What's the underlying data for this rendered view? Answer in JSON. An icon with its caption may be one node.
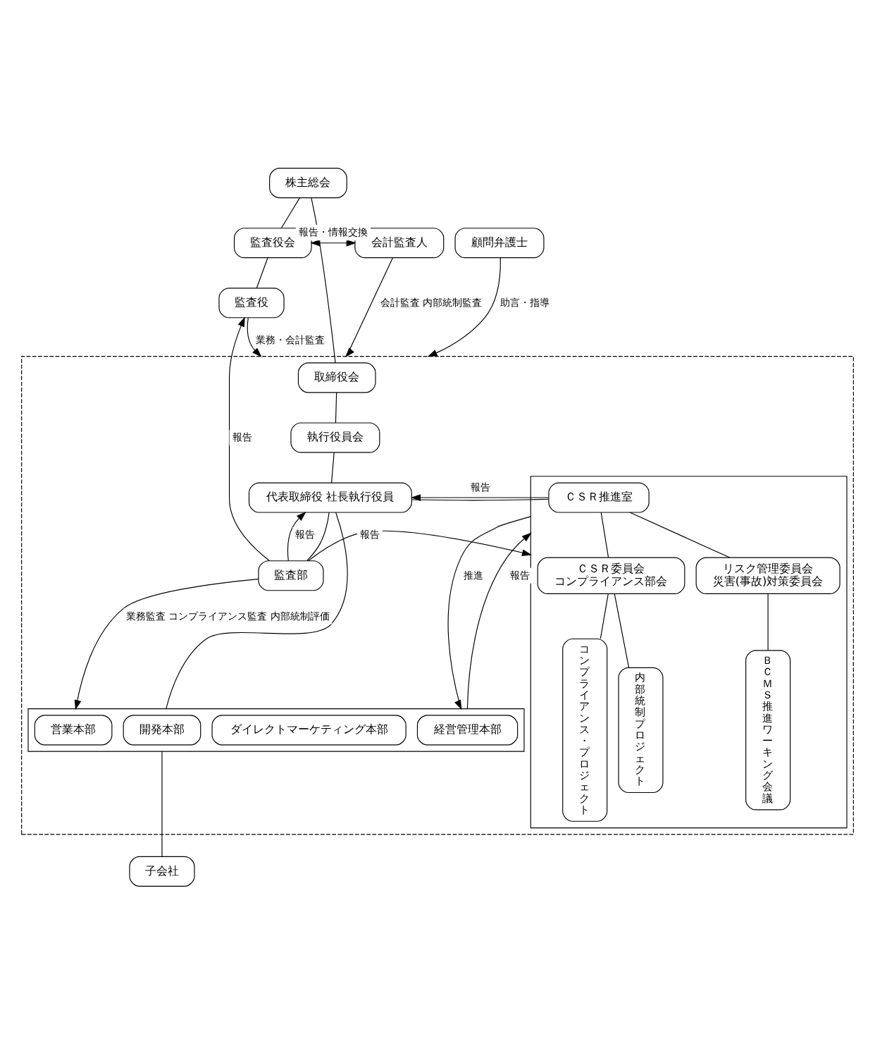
{
  "diagram": {
    "nodes": [
      {
        "text": [
          "株主総会"
        ]
      },
      {
        "text": [
          "監査役会"
        ]
      },
      {
        "text": [
          "会計監査人"
        ]
      },
      {
        "text": [
          "顧問弁護士"
        ]
      },
      {
        "text": [
          "監査役"
        ]
      },
      {
        "text": [],
        "shape": "box"
      },
      {
        "text": [
          "取締役会"
        ],
        "in": 5
      },
      {
        "text": [
          "執行役員会"
        ],
        "in": 5
      },
      {
        "text": [
          "代表取締役 社長執行役員"
        ],
        "in": 5
      },
      {
        "text": [],
        "shape": "box",
        "in": 5
      },
      {
        "text": [
          "ＣＳＲ推進室"
        ],
        "in": 9
      },
      {
        "text": [
          "ＣＳＲ委員会",
          "コンプライアンス部会"
        ],
        "in": 9
      },
      {
        "text": [
          "リスク管理委員会",
          "災害(事故)対策委員会"
        ],
        "in": 9
      },
      {
        "text": [
          "コンプライアンス・プロジェクト"
        ],
        "in": 9
      },
      {
        "text": [
          "内部統制プロジェクト"
        ],
        "in": 9
      },
      {
        "text": [
          "ＢＣＭＳ推進ワーキング会議"
        ],
        "in": 9
      },
      {
        "text": [
          "監査部"
        ],
        "in": 5
      },
      {
        "text": [],
        "shape": "box",
        "in": 5
      },
      {
        "text": [
          "営業本部"
        ],
        "in": 17
      },
      {
        "text": [
          "ダイレクトマーケティング本部"
        ],
        "in": 17
      },
      {
        "text": [
          "開発本部"
        ],
        "in": 17
      },
      {
        "text": [
          "経営管理本部"
        ],
        "in": 17
      },
      {
        "text": [
          "子会社"
        ]
      }
    ],
    "edges": [
      {
        "from": 0,
        "to": 1,
        "arrow": "none"
      },
      {
        "from": 1,
        "to": 2,
        "arrow": "both",
        "label": "報告・情報交換"
      },
      {
        "from": 1,
        "to": 4,
        "arrow": "none"
      },
      {
        "from": 4,
        "to": 5,
        "arrow": "to",
        "label": "業務・会計監査"
      },
      {
        "from": 2,
        "to": 5,
        "arrow": "to",
        "label": "会計監査 内部統制監査"
      },
      {
        "from": 3,
        "to": 5,
        "arrow": "to",
        "label": "助言・指導"
      },
      {
        "from": 0,
        "to": 6,
        "arrow": "none"
      },
      {
        "from": 6,
        "to": 7,
        "arrow": "none"
      },
      {
        "from": 7,
        "to": 8,
        "arrow": "none"
      },
      {
        "from": 16,
        "to": 4,
        "arrow": "to",
        "label": "報告"
      },
      {
        "from": 16,
        "to": 8,
        "arrow": "none"
      },
      {
        "from": 16,
        "to": 8,
        "arrow": "to",
        "label": "報告"
      },
      {
        "from": 10,
        "to": 8,
        "arrow": "none"
      },
      {
        "from": 10,
        "to": 8,
        "arrow": "to",
        "label": "報告"
      },
      {
        "from": 16,
        "to": 9,
        "arrow": "to",
        "label": "報告"
      },
      {
        "from": 10,
        "to": 11,
        "arrow": "none"
      },
      {
        "from": 10,
        "to": 12,
        "arrow": "none"
      },
      {
        "from": 11,
        "to": 13,
        "arrow": "none"
      },
      {
        "from": 11,
        "to": 14,
        "arrow": "none"
      },
      {
        "from": 12,
        "to": 15,
        "arrow": "none"
      },
      {
        "from": 16,
        "to": 17,
        "arrow": "to",
        "label": "業務監査 コンプライアンス監査 内部統制評価"
      },
      {
        "from": 8,
        "to": 17,
        "arrow": "none"
      },
      {
        "from": 9,
        "to": 17,
        "arrow": "to",
        "label": "推進"
      },
      {
        "from": 17,
        "to": 9,
        "arrow": "to",
        "label": "報告"
      },
      {
        "from": 17,
        "to": 22,
        "arrow": "none"
      }
    ]
  }
}
